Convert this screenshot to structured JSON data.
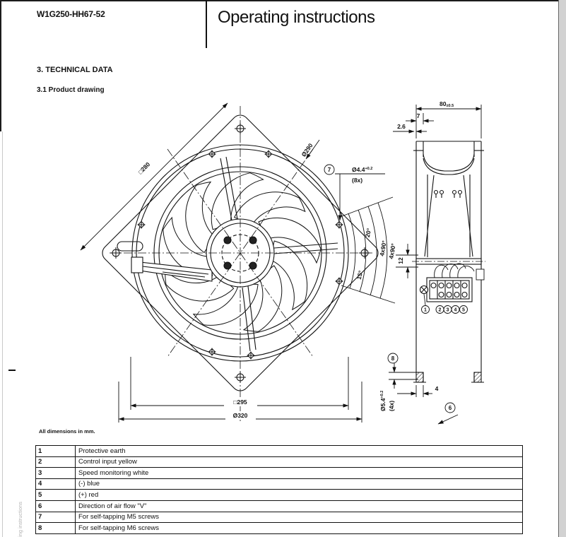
{
  "page": {
    "model_number": "W1G250-HH67-52",
    "doc_title": "Operating instructions",
    "section_heading": "3. TECHNICAL DATA",
    "subsection_heading": "3.1 Product drawing",
    "dimensions_note": "All dimensions in mm.",
    "sidebar_vertical_text": "ing instructions"
  },
  "front_view": {
    "dim_outer_diameter": "Ø320",
    "dim_outer_square": "□295",
    "dim_hole_circle": "Ø290",
    "dim_corner_square": "□280",
    "angle_top": "20°",
    "angle_bottom": "15°",
    "angle_set_a": "4x90°",
    "angle_set_b": "4x90°",
    "callout_7": {
      "number": "7",
      "hole": "Ø4.4",
      "tol": "+0.2",
      "count": "(8x)"
    }
  },
  "side_view": {
    "dim_depth": "80",
    "dim_depth_tol": "±0.5",
    "dim_lip": "7",
    "dim_plate": "2.6",
    "dim_step": "12",
    "dim_foot": "4",
    "callout_8": {
      "number": "8",
      "hole": "Ø5.4",
      "tol": "+0.2",
      "count": "(4x)"
    },
    "callout_6": {
      "number": "6"
    },
    "terminals": [
      "1",
      "2",
      "3",
      "4",
      "5"
    ]
  },
  "legend_table": {
    "rows": [
      {
        "no": "1",
        "description": "Protective earth"
      },
      {
        "no": "2",
        "description": "Control input yellow"
      },
      {
        "no": "3",
        "description": "Speed monitoring white"
      },
      {
        "no": "4",
        "description": "(-) blue"
      },
      {
        "no": "5",
        "description": "(+) red"
      },
      {
        "no": "6",
        "description": "Direction of air flow \"V\""
      },
      {
        "no": "7",
        "description": "For self-tapping M5 screws"
      },
      {
        "no": "8",
        "description": "For self-tapping M6 screws"
      }
    ]
  }
}
